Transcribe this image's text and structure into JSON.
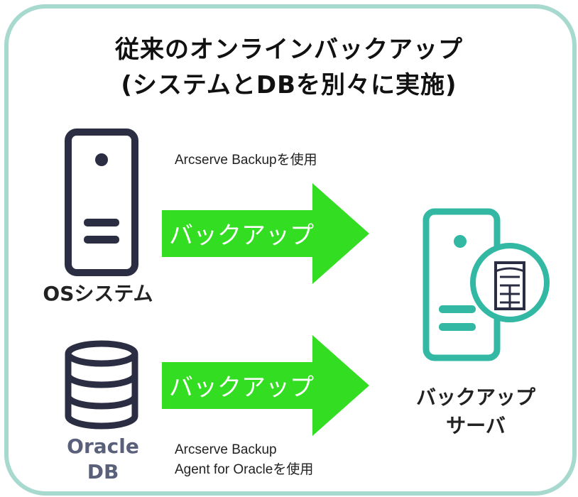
{
  "title": {
    "line1": "従来のオンラインバックアップ",
    "line2": "(システムとDBを別々に実施)"
  },
  "os_label": "OSシステム",
  "db_label": {
    "line1": "Oracle",
    "line2": "DB"
  },
  "server_label": {
    "line1": "バックアップ",
    "line2": "サーバ"
  },
  "note_top": "Arcserve Backupを使用",
  "note_bottom": {
    "line1": "Arcserve Backup",
    "line2": "Agent for Oracleを使用"
  },
  "arrow_top_label": "バックアップ",
  "arrow_bottom_label": "バックアップ",
  "colors": {
    "frame": "#a8d9cf",
    "arrow": "#33dd22",
    "dark_icon": "#2b2d42",
    "teal_icon": "#33b8a3",
    "db_label": "#5a5f7a"
  },
  "icons": [
    "os-server-icon",
    "database-icon",
    "backup-server-icon",
    "server-badge-icon"
  ]
}
